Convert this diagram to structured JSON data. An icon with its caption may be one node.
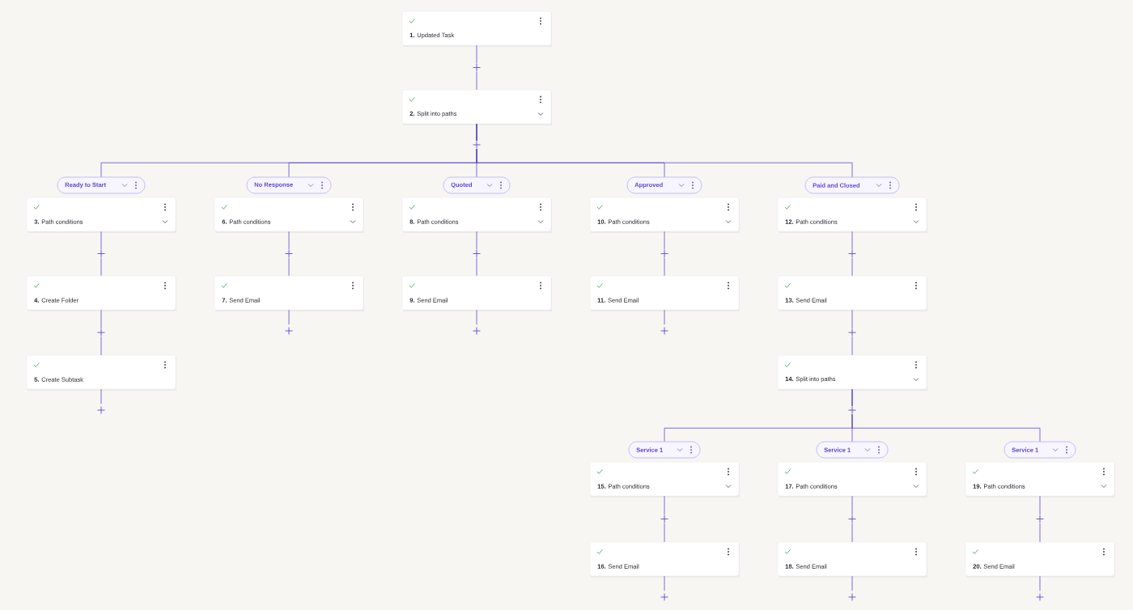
{
  "diagram": {
    "nodes": [
      {
        "text": [
          "**1.** Updated Task"
        ]
      },
      {
        "text": [
          "**2.** Split into paths"
        ]
      },
      {
        "text": [
          "Ready to Start"
        ]
      },
      {
        "text": [
          "**3.** Path conditions"
        ]
      },
      {
        "text": [
          "**4.** Create Folder"
        ]
      },
      {
        "text": [
          "**5.** Create Subtask"
        ]
      },
      {
        "text": [
          "No Response"
        ]
      },
      {
        "text": [
          "**6.** Path conditions"
        ]
      },
      {
        "text": [
          "**7.** Send Email"
        ]
      },
      {
        "text": [
          "Quoted"
        ]
      },
      {
        "text": [
          "**8.** Path conditions"
        ]
      },
      {
        "text": [
          "**9.** Send Email"
        ]
      },
      {
        "text": [
          "Approved"
        ]
      },
      {
        "text": [
          "**10.** Path conditions"
        ]
      },
      {
        "text": [
          "**11.** Send Email"
        ]
      },
      {
        "text": [
          "Paid and Closed"
        ]
      },
      {
        "text": [
          "**12.** Path conditions"
        ]
      },
      {
        "text": [
          "**13.** Send Email"
        ]
      },
      {
        "text": [
          "**14.** Split into paths"
        ]
      },
      {
        "text": [
          "Service 1"
        ]
      },
      {
        "text": [
          "**15.** Path conditions"
        ]
      },
      {
        "text": [
          "**16.** Send Email"
        ]
      },
      {
        "text": [
          "Service 1"
        ]
      },
      {
        "text": [
          "**17.** Path conditions"
        ]
      },
      {
        "text": [
          "**18.** Send Email"
        ]
      },
      {
        "text": [
          "Service 1"
        ]
      },
      {
        "text": [
          "**19.** Path conditions"
        ]
      },
      {
        "text": [
          "**20.** Send Email"
        ]
      }
    ],
    "edges": [
      {
        "from": 0,
        "to": 1,
        "arrow": "none"
      },
      {
        "from": 1,
        "to": 2,
        "arrow": "none"
      },
      {
        "from": 1,
        "to": 6,
        "arrow": "none"
      },
      {
        "from": 1,
        "to": 9,
        "arrow": "none"
      },
      {
        "from": 1,
        "to": 12,
        "arrow": "none"
      },
      {
        "from": 1,
        "to": 15,
        "arrow": "none"
      },
      {
        "from": 3,
        "to": 4,
        "arrow": "none"
      },
      {
        "from": 4,
        "to": 5,
        "arrow": "none"
      },
      {
        "from": 5,
        "to": null,
        "arrow": "none"
      },
      {
        "from": 7,
        "to": 8,
        "arrow": "none"
      },
      {
        "from": 8,
        "to": null,
        "arrow": "none"
      },
      {
        "from": 10,
        "to": 11,
        "arrow": "none"
      },
      {
        "from": 11,
        "to": null,
        "arrow": "none"
      },
      {
        "from": 13,
        "to": 14,
        "arrow": "none"
      },
      {
        "from": 14,
        "to": null,
        "arrow": "none"
      },
      {
        "from": 16,
        "to": 17,
        "arrow": "none"
      },
      {
        "from": 17,
        "to": 18,
        "arrow": "none"
      },
      {
        "from": 18,
        "to": 19,
        "arrow": "none"
      },
      {
        "from": 18,
        "to": 22,
        "arrow": "none"
      },
      {
        "from": 18,
        "to": 25,
        "arrow": "none"
      },
      {
        "from": 20,
        "to": 21,
        "arrow": "none"
      },
      {
        "from": 21,
        "to": null,
        "arrow": "none"
      },
      {
        "from": 23,
        "to": 24,
        "arrow": "none"
      },
      {
        "from": 24,
        "to": null,
        "arrow": "none"
      },
      {
        "from": 26,
        "to": 27,
        "arrow": "none"
      },
      {
        "from": 27,
        "to": null,
        "arrow": "none"
      }
    ]
  }
}
